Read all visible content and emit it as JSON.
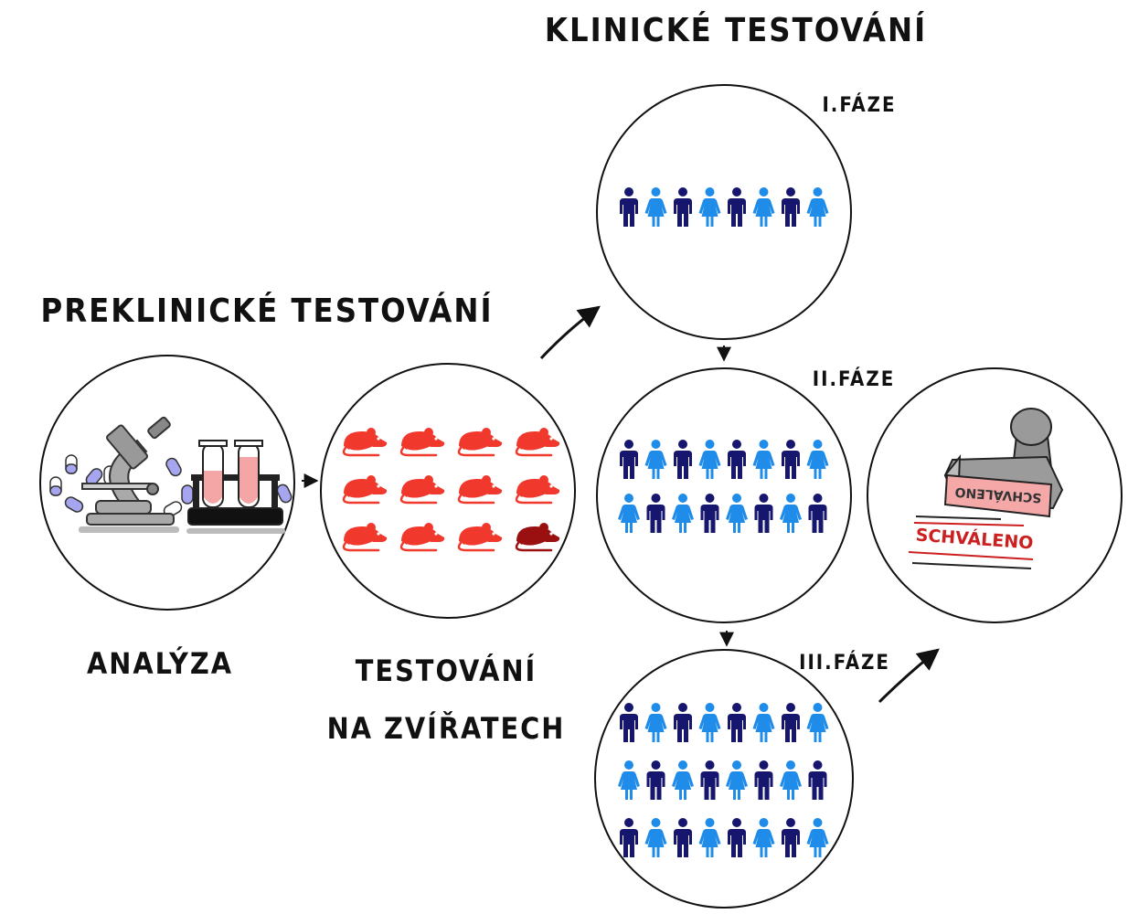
{
  "titles": {
    "clinical": "KLINICKÉ TESTOVÁNÍ",
    "preclinical": "PREKLINICKÉ TESTOVÁNÍ"
  },
  "phases": {
    "phase1": "I.FÁZE",
    "phase2": "II.FÁZE",
    "phase3": "III.FÁZE"
  },
  "captions": {
    "analysis": "ANALÝZA",
    "animal_line1": "TESTOVÁNÍ",
    "animal_line2": "NA ZVÍŘATECH"
  },
  "stamp": {
    "block_text": "SCHVÁLENO",
    "imprint_text": "SCHVÁLENO"
  },
  "colors": {
    "dark_blue": "#16166e",
    "light_blue": "#1e8ce8",
    "rat_red": "#f0392c",
    "rat_dark": "#9a0f0f",
    "stamp_red": "#cc1f1f",
    "stamp_pad": "#f4a8a8",
    "grey": "#9a9a9a"
  },
  "icons": {
    "lab": [
      "pills-icon",
      "microscope-icon",
      "test-tubes-icon"
    ],
    "animal": "rat-icon",
    "person_male": "man-icon",
    "person_female": "woman-icon",
    "approval": "rubber-stamp-icon"
  },
  "groups": {
    "rats": {
      "total": 12,
      "highlighted": 1
    },
    "phase1_people": 8,
    "phase2_people": 16,
    "phase3_people": 24
  }
}
